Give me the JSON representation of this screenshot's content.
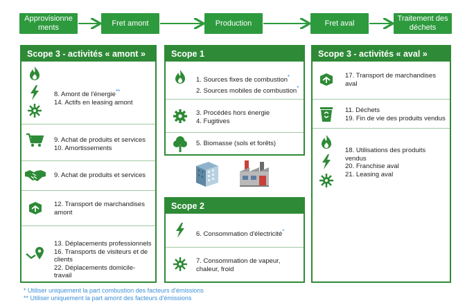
{
  "stages": [
    "Approvisionne ments",
    "Fret amont",
    "Production",
    "Fret aval",
    "Traitement des déchets"
  ],
  "scope3_amont": {
    "title": "Scope 3 - activités  « amont »",
    "s1": [
      "8. Amont de l'énergie",
      "14. Actifs en leasing amont"
    ],
    "s1_star": "**",
    "s2": [
      "9. Achat de produits et services",
      "10. Amortissements"
    ],
    "s3": [
      "9. Achat de produits et services"
    ],
    "s4": [
      "12. Transport de marchandises amont"
    ],
    "s5": [
      "13. Déplacements professionnels",
      "16. Transports de visiteurs et de clients",
      "22. Déplacements domicile-travail"
    ]
  },
  "scope1": {
    "title": "Scope 1",
    "s1": [
      "1. Sources fixes de combustion",
      "2. Sources mobiles de combustion"
    ],
    "s1_star": "*",
    "s2": [
      "3. Procédés hors énergie",
      "4. Fugitives"
    ],
    "s3": [
      "5. Biomasse (sols et forêts)"
    ]
  },
  "scope2": {
    "title": "Scope 2",
    "s1": [
      "6.  Consommation d'électricité"
    ],
    "s1_star": "*",
    "s2": [
      "7. Consommation de vapeur, chaleur, froid"
    ]
  },
  "scope3_aval": {
    "title": "Scope 3 - activités  « aval »",
    "s1": [
      "17. Transport  de marchandises aval"
    ],
    "s2": [
      "11. Déchets",
      "19. Fin de vie des produits vendus"
    ],
    "s3": [
      "18. Utilisations des produits vendus",
      "20. Franchise aval",
      "21. Leasing aval"
    ]
  },
  "footnotes": [
    "* Utiliser uniquement la part combustion des facteurs d'émissions",
    "** Utiliser uniquement la part amont des facteurs d'émissions"
  ],
  "colors": {
    "green": "#2e8a36",
    "stage": "#2e9a3e",
    "note": "#3b8fd8"
  },
  "icons": [
    "flame-icon",
    "lightning-icon",
    "steam-gear-icon",
    "cart-icon",
    "handshake-icon",
    "box-truck-icon",
    "location-pin-icon",
    "gear-icon",
    "tree-icon",
    "recycle-bin-icon",
    "office-building-icon",
    "factory-icon"
  ]
}
